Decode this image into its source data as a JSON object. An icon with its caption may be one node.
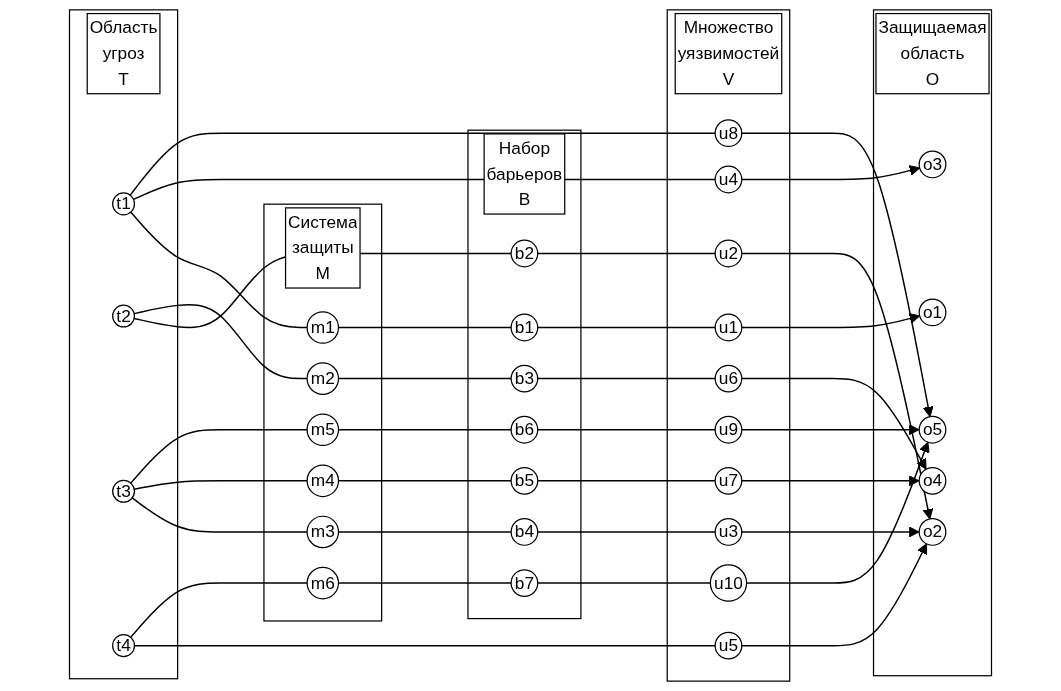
{
  "diagram": {
    "nodes": [
      {
        "text": [
          "Область угроз T"
        ]
      },
      {
        "text": [
          "t1"
        ],
        "in": 0
      },
      {
        "text": [
          "t2"
        ],
        "in": 0
      },
      {
        "text": [
          "t3"
        ],
        "in": 0
      },
      {
        "text": [
          "t4"
        ],
        "in": 0
      },
      {
        "text": [
          "Система защиты M"
        ]
      },
      {
        "text": [
          "m1"
        ],
        "in": 5
      },
      {
        "text": [
          "m2"
        ],
        "in": 5
      },
      {
        "text": [
          "m3"
        ],
        "in": 5
      },
      {
        "text": [
          "m4"
        ],
        "in": 5
      },
      {
        "text": [
          "m5"
        ],
        "in": 5
      },
      {
        "text": [
          "m6"
        ],
        "in": 5
      },
      {
        "text": [
          "Набор барьеров B"
        ]
      },
      {
        "text": [
          "b1"
        ],
        "in": 12
      },
      {
        "text": [
          "b2"
        ],
        "in": 12
      },
      {
        "text": [
          "b4"
        ],
        "in": 12
      },
      {
        "text": [
          "b3"
        ],
        "in": 12
      },
      {
        "text": [
          "b5"
        ],
        "in": 12
      },
      {
        "text": [
          "b6"
        ],
        "in": 12
      },
      {
        "text": [
          "b7"
        ],
        "in": 12
      },
      {
        "text": [
          "Множество уязвимостей V"
        ]
      },
      {
        "text": [
          "u1"
        ],
        "in": 20
      },
      {
        "text": [
          "u2"
        ],
        "in": 20
      },
      {
        "text": [
          "u3"
        ],
        "in": 20
      },
      {
        "text": [
          "u5"
        ],
        "in": 20
      },
      {
        "text": [
          "u4"
        ],
        "in": 20
      },
      {
        "text": [
          "u6"
        ],
        "in": 20
      },
      {
        "text": [
          "u7"
        ],
        "in": 20
      },
      {
        "text": [
          "u8"
        ],
        "in": 20
      },
      {
        "text": [
          "u9"
        ],
        "in": 20
      },
      {
        "text": [
          "u10"
        ],
        "in": 20
      },
      {
        "text": [
          "Защищаемая область O"
        ]
      },
      {
        "text": [
          "o1"
        ],
        "in": 31
      },
      {
        "text": [
          "o2"
        ],
        "in": 31
      },
      {
        "text": [
          "o3"
        ],
        "in": 31
      },
      {
        "text": [
          "o4"
        ],
        "in": 31
      },
      {
        "text": [
          "o5"
        ],
        "in": 31
      }
    ],
    "edges": [
      {
        "from": 1,
        "to": 6,
        "arrow": "none"
      },
      {
        "from": 6,
        "to": 13,
        "arrow": "none"
      },
      {
        "from": 13,
        "to": 21,
        "arrow": "none"
      },
      {
        "from": 21,
        "to": 32,
        "arrow": "to"
      },
      {
        "from": 1,
        "to": 25,
        "arrow": "none"
      },
      {
        "from": 25,
        "to": 34,
        "arrow": "to"
      },
      {
        "from": 1,
        "to": 28,
        "arrow": "none"
      },
      {
        "from": 28,
        "to": 36,
        "arrow": "to"
      },
      {
        "from": 2,
        "to": 14,
        "arrow": "none"
      },
      {
        "from": 14,
        "to": 22,
        "arrow": "none"
      },
      {
        "from": 22,
        "to": 33,
        "arrow": "to"
      },
      {
        "from": 2,
        "to": 7,
        "arrow": "none"
      },
      {
        "from": 7,
        "to": 16,
        "arrow": "none"
      },
      {
        "from": 16,
        "to": 26,
        "arrow": "none"
      },
      {
        "from": 26,
        "to": 35,
        "arrow": "to"
      },
      {
        "from": 3,
        "to": 8,
        "arrow": "none"
      },
      {
        "from": 8,
        "to": 15,
        "arrow": "none"
      },
      {
        "from": 15,
        "to": 23,
        "arrow": "none"
      },
      {
        "from": 23,
        "to": 33,
        "arrow": "to"
      },
      {
        "from": 3,
        "to": 9,
        "arrow": "none"
      },
      {
        "from": 9,
        "to": 17,
        "arrow": "none"
      },
      {
        "from": 17,
        "to": 27,
        "arrow": "none"
      },
      {
        "from": 27,
        "to": 35,
        "arrow": "to"
      },
      {
        "from": 3,
        "to": 10,
        "arrow": "none"
      },
      {
        "from": 10,
        "to": 18,
        "arrow": "none"
      },
      {
        "from": 18,
        "to": 29,
        "arrow": "none"
      },
      {
        "from": 29,
        "to": 36,
        "arrow": "to"
      },
      {
        "from": 4,
        "to": 24,
        "arrow": "none"
      },
      {
        "from": 24,
        "to": 33,
        "arrow": "to"
      },
      {
        "from": 4,
        "to": 11,
        "arrow": "none"
      },
      {
        "from": 11,
        "to": 19,
        "arrow": "none"
      },
      {
        "from": 19,
        "to": 30,
        "arrow": "none"
      },
      {
        "from": 30,
        "to": 36,
        "arrow": "to"
      }
    ]
  }
}
